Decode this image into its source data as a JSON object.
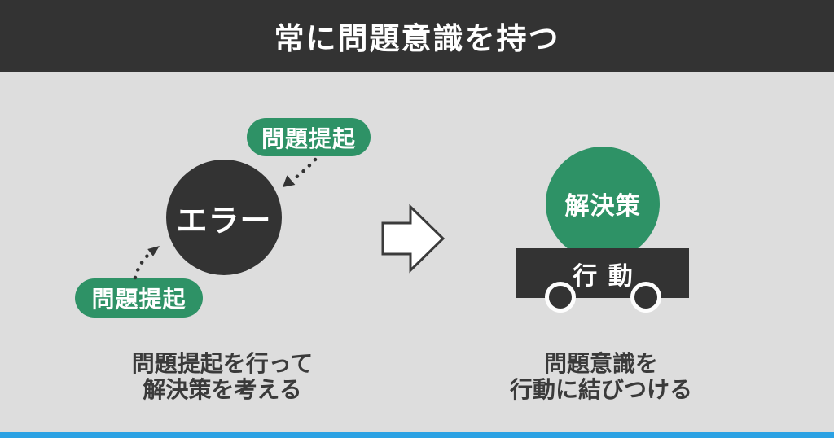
{
  "header": {
    "title": "常に問題意識を持つ",
    "bg_color": "#333333",
    "text_color": "#ffffff"
  },
  "colors": {
    "background": "#dddddd",
    "dark_shape": "#333333",
    "green_shape": "#2e9266",
    "caption_text": "#3a3a3a",
    "arrow_fill": "#ffffff",
    "arrow_outline": "#3b3b3b",
    "footer_accent": "#2ba1e3"
  },
  "left_group": {
    "pill_top_label": "問題提起",
    "pill_bottom_label": "問題提起",
    "error_circle_label": "エラー",
    "caption_line1": "問題提起を行って",
    "caption_line2": "解決策を考える"
  },
  "right_group": {
    "solution_circle_label": "解決策",
    "action_box_label": "行動",
    "caption_line1": "問題意識を",
    "caption_line2": "行動に結びつける"
  }
}
